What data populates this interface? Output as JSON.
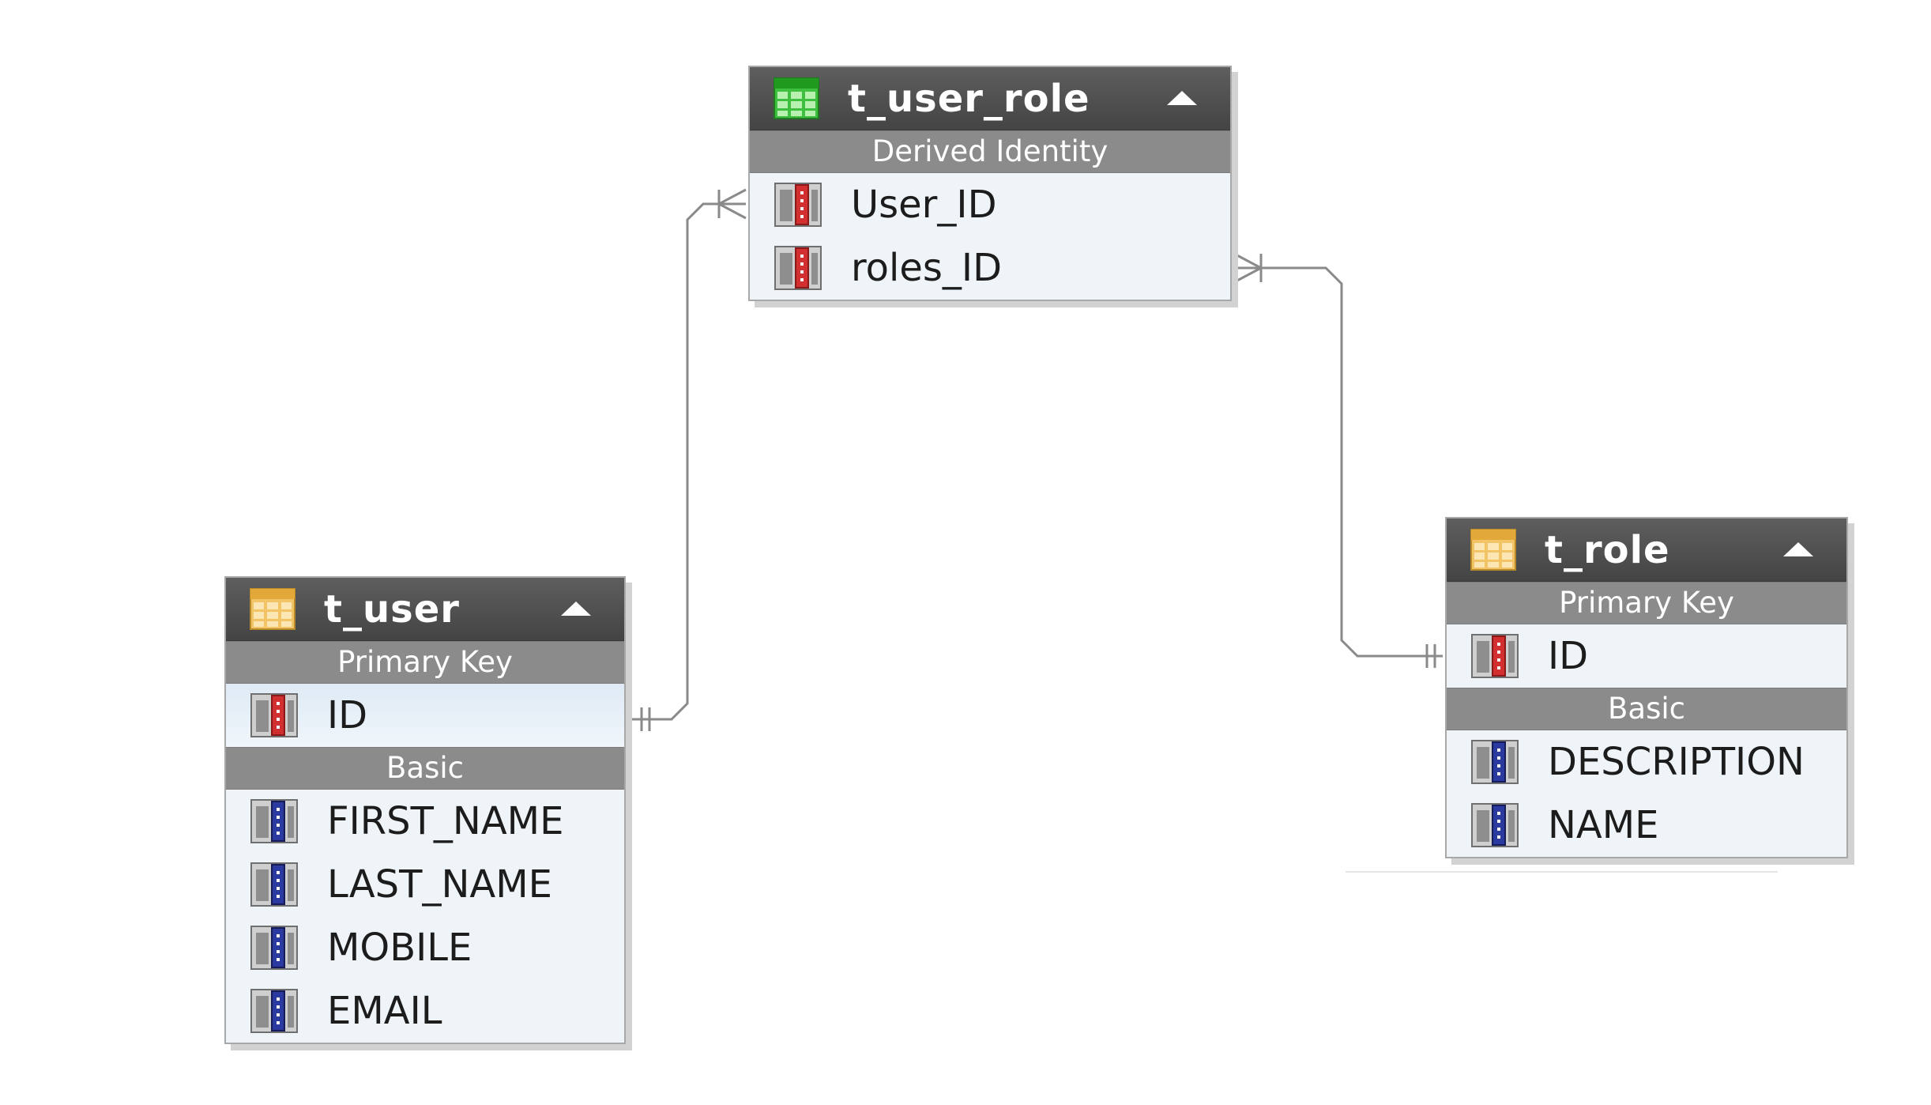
{
  "colors": {
    "header_bg": "#4f4f4f",
    "section_bg": "#8b8b8b",
    "body_bg": "#eef4f8",
    "connector": "#8a8a8a",
    "join_table_icon": "#3fbf3f",
    "entity_table_icon": "#f2c466",
    "pk_icon_accent": "#d23030",
    "basic_icon_accent": "#2b3a9e"
  },
  "entities": {
    "t_user_role": {
      "name": "t_user_role",
      "icon": "join-table-icon",
      "section": "Derived Identity",
      "fields": [
        "User_ID",
        "roles_ID"
      ]
    },
    "t_user": {
      "name": "t_user",
      "icon": "table-icon",
      "pk_section": "Primary Key",
      "pk_fields": [
        "ID"
      ],
      "basic_section": "Basic",
      "basic_fields": [
        "FIRST_NAME",
        "LAST_NAME",
        "MOBILE",
        "EMAIL"
      ]
    },
    "t_role": {
      "name": "t_role",
      "icon": "table-icon",
      "pk_section": "Primary Key",
      "pk_fields": [
        "ID"
      ],
      "basic_section": "Basic",
      "basic_fields": [
        "DESCRIPTION",
        "NAME"
      ]
    }
  },
  "relationships": [
    {
      "from": "t_user.ID",
      "to": "t_user_role.User_ID",
      "from_cardinality": "one-and-only-one",
      "to_cardinality": "one-or-many"
    },
    {
      "from": "t_role.ID",
      "to": "t_user_role.roles_ID",
      "from_cardinality": "one-and-only-one",
      "to_cardinality": "one-or-many"
    }
  ]
}
